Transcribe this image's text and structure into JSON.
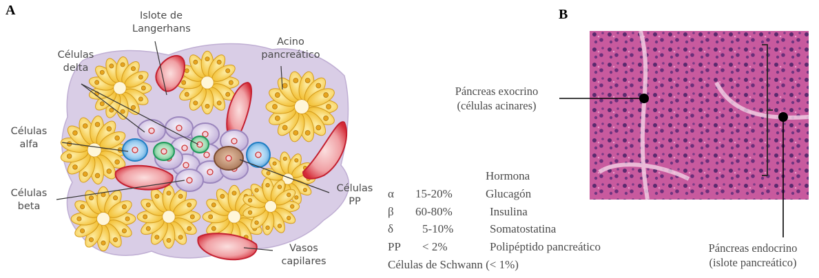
{
  "panel_a": {
    "letter": "A",
    "labels": {
      "islote": [
        "Islote de",
        "Langerhans"
      ],
      "acino": [
        "Acino",
        "pancreático"
      ],
      "delta": [
        "Células",
        "delta"
      ],
      "alfa": [
        "Células",
        "alfa"
      ],
      "beta": [
        "Células",
        "beta"
      ],
      "pp": [
        "Células",
        "PP"
      ],
      "vasos": [
        "Vasos",
        "capilares"
      ]
    }
  },
  "panel_b": {
    "letter": "B",
    "exocrino": [
      "Páncreas exocrino",
      "(células acinares)"
    ],
    "endocrino": [
      "Páncreas endocrino",
      "(islote pancreático)"
    ]
  },
  "hormone_table": {
    "header": "Hormona",
    "rows": [
      {
        "cell": "α",
        "percent": "15-20%",
        "hormone": "Glucagón"
      },
      {
        "cell": "β",
        "percent": "60-80%",
        "hormone": "Insulina"
      },
      {
        "cell": "δ",
        "percent": "5-10%",
        "hormone": "Somatostatina"
      },
      {
        "cell": "PP",
        "percent": "< 2%",
        "hormone": "Polipéptido pancreático"
      }
    ],
    "footer": "Células de Schwann (< 1%)"
  },
  "colors": {
    "tissue": "#d9cde6",
    "acinar_cell": "#f5c842",
    "beta_cell": "#d8cfe8",
    "alpha_cell": "#2e8fd0",
    "delta_cell": "#2ea86a",
    "pp_cell": "#b07a5a",
    "capillary": "#d8303a",
    "histology": "#c2549a"
  }
}
